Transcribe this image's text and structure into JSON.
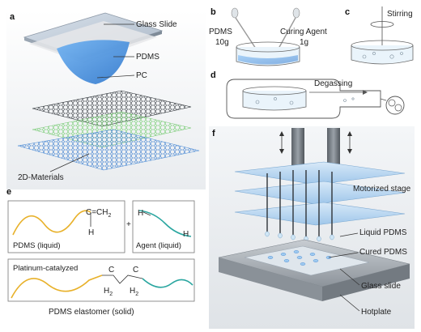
{
  "panels": {
    "a": {
      "letter": "a",
      "labels": {
        "glass_slide": "Glass Slide",
        "pdms": "PDMS",
        "pc": "PC",
        "materials": "2D-Materials"
      }
    },
    "b": {
      "letter": "b",
      "pdms_label": "PDMS",
      "pdms_amount": "10g",
      "curing_label": "Curing Agent",
      "curing_amount": "1g"
    },
    "c": {
      "letter": "c",
      "stirring": "Stirring"
    },
    "d": {
      "letter": "d",
      "degassing": "Degassing"
    },
    "e": {
      "letter": "e",
      "pdms_liquid": "PDMS (liquid)",
      "agent_liquid": "Agent (liquid)",
      "plus": "+",
      "vinyl_top": "C=CH",
      "vinyl_sub": "2",
      "vinyl_h": "H",
      "agent_h1": "H",
      "agent_h2": "H",
      "catalyst": "Platinum-catalyzed",
      "c1": "C",
      "c2": "C",
      "h2_left": "H",
      "h2_left_sub": "2",
      "h2_right": "H",
      "h2_right_sub": "2",
      "elastomer": "PDMS elastomer (solid)"
    },
    "f": {
      "letter": "f",
      "labels": {
        "motorized_stage": "Motorized stage",
        "liquid_pdms": "Liquid PDMS",
        "cured_pdms": "Cured PDMS",
        "glass_slide": "Glass slide",
        "hotplate": "Hotplate"
      }
    }
  },
  "colors": {
    "pdms_blue": "#3d8fe0",
    "glass": "#c9d3df",
    "lattice_dark": "#3a3f45",
    "lattice_green": "#7fd07a",
    "lattice_blue": "#4f8fd6",
    "curve_yellow": "#e8b12a",
    "curve_teal": "#2aa6a0",
    "liquid": "#cfe6f5"
  }
}
